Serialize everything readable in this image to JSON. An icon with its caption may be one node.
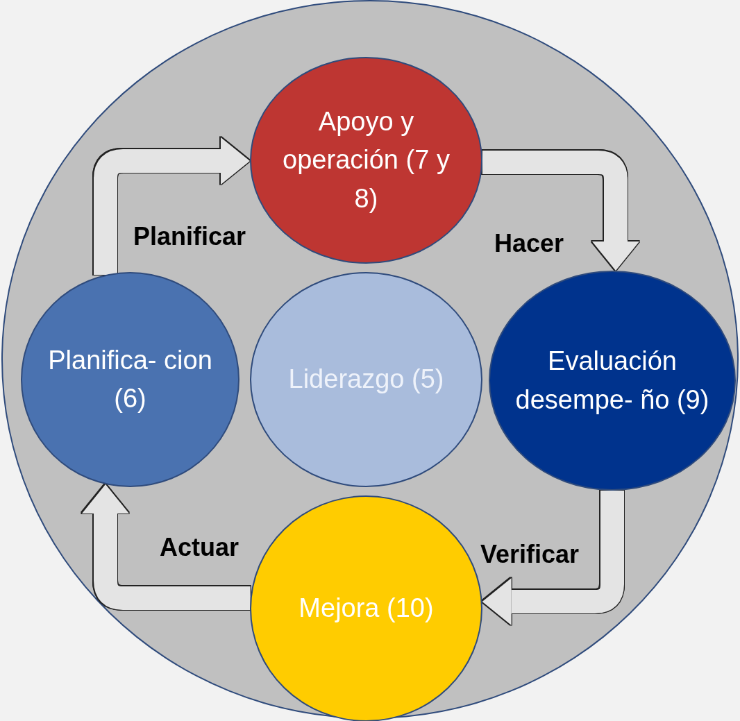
{
  "diagram": {
    "nodes": [
      {
        "text": [],
        "shape": "circle"
      },
      {
        "text": [
          "Apoyo y operación (7 y 8)"
        ],
        "in": 0
      },
      {
        "text": [
          "Planifica- cion (6)"
        ],
        "in": 0
      },
      {
        "text": [
          "Liderazgo (5)"
        ],
        "in": 0
      },
      {
        "text": [
          "Evaluación desempe- ño (9)"
        ],
        "in": 0
      },
      {
        "text": [
          "Mejora (10)"
        ],
        "in": 0
      }
    ],
    "edges": [
      {
        "from": 2,
        "to": 1,
        "arrow": "to",
        "label": "Planificar"
      },
      {
        "from": 1,
        "to": 4,
        "arrow": "to",
        "label": "Hacer"
      },
      {
        "from": 4,
        "to": 5,
        "arrow": "to",
        "label": "Verificar"
      },
      {
        "from": 5,
        "to": 2,
        "arrow": "to",
        "label": "Actuar"
      }
    ]
  }
}
